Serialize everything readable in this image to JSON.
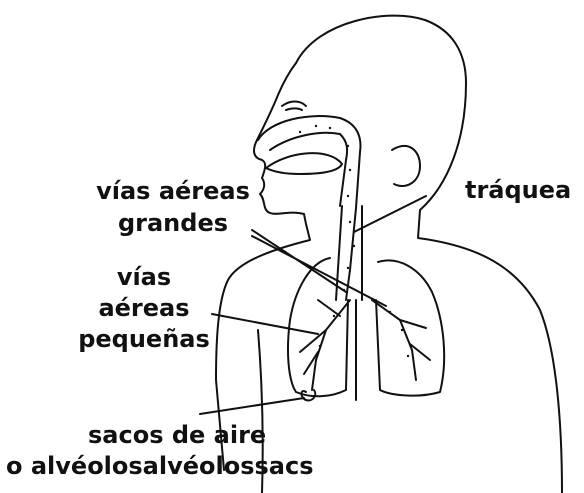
{
  "labels": {
    "trachea": "tráquea",
    "large_airways_1": "vías aéreas",
    "large_airways_2": "grandes",
    "small_airways_1": "vías",
    "small_airways_2": "aéreas",
    "small_airways_3": "pequeñas",
    "air_sacs_1": "sacos de aire",
    "air_sacs_2": "o alvéolosalvéolossacs"
  },
  "colors": {
    "ink": "#111111",
    "background": "#ffffff"
  }
}
